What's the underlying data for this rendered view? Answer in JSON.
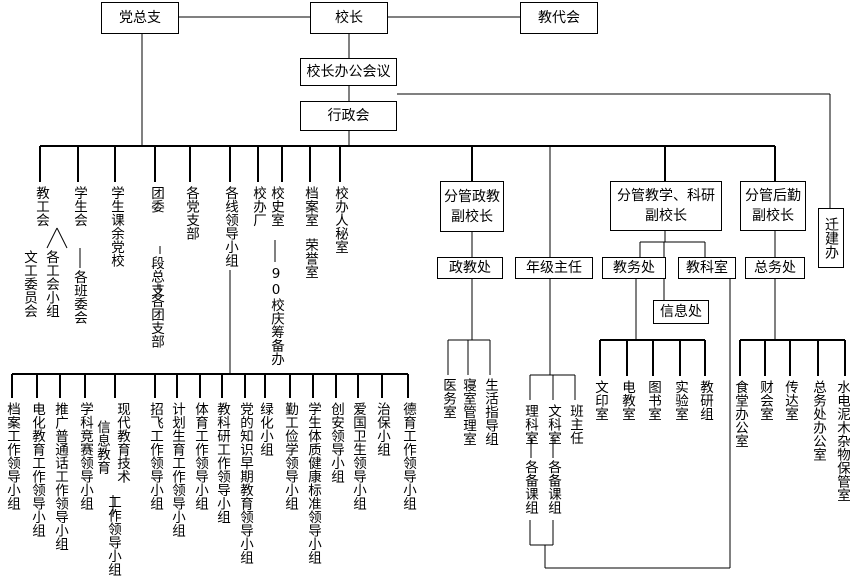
{
  "top": {
    "party": "党总支",
    "principal": "校长",
    "staff_congress": "教代会",
    "office_meeting": "校长办公会议",
    "admin_meeting": "行政会"
  },
  "party_branches": {
    "union": "教工会",
    "union_sub1": "文工委员会",
    "union_sub2": "各工会小组",
    "student_union": "学生会",
    "class_committee": "各班委会",
    "party_school": "学生课余党校",
    "youth_league": "团委",
    "grade_league": "段总支",
    "league_branch": "各团支部",
    "party_branch": "各党支部"
  },
  "admin_units": {
    "leading_groups": "各线领导小组",
    "principal_office": "校办厂",
    "history_office": "校史室",
    "anniversary": "90校庆筹备办",
    "archive": "档案室",
    "honor": "荣誉室",
    "secretary": "校办人秘室"
  },
  "vice_principals": {
    "political": [
      "分管政教",
      "副校长"
    ],
    "teaching": [
      "分管教学、科研",
      "副校长"
    ],
    "logistics": [
      "分管后勤",
      "副校长"
    ],
    "relocation": "迁建办"
  },
  "departments": {
    "political_dept": "政教处",
    "grade_director": "年级主任",
    "academic_affairs": "教务处",
    "research_office": "教科室",
    "info_office": "信息处",
    "general_affairs": "总务处"
  },
  "political_sub": [
    "医务室",
    "寝室管理室",
    "生活指导组"
  ],
  "grade_sub": {
    "science": "理科室",
    "science_groups": "各备课组",
    "arts": "文科室",
    "arts_groups": "各备课组",
    "head_teacher": "班主任"
  },
  "academic_sub": [
    "文印室",
    "电教室",
    "图书室",
    "实验室",
    "教研组"
  ],
  "logistics_sub": [
    "食堂办公室",
    "财会室",
    "传达室",
    "总务处办公室",
    "水电泥木杂物保管室"
  ],
  "working_groups": [
    "档案工作领导小组",
    "电化教育工作领导小组",
    "推广普通话工作领导小组",
    "学科竞赛领导小组",
    "现代教育技术",
    "信息教育",
    "工作领导小组",
    "招飞工作领导小组",
    "计划生育工作领导小组",
    "体育工作领导小组",
    "教科研工作领导小组",
    "党的知识早期教育领导小组",
    "绿化小组",
    "勤工俭学领导小组",
    "学生体质健康标准领导小组",
    "创安领导小组",
    "爱国卫生领导小组",
    "治保小组",
    "德育工作领导小组"
  ]
}
